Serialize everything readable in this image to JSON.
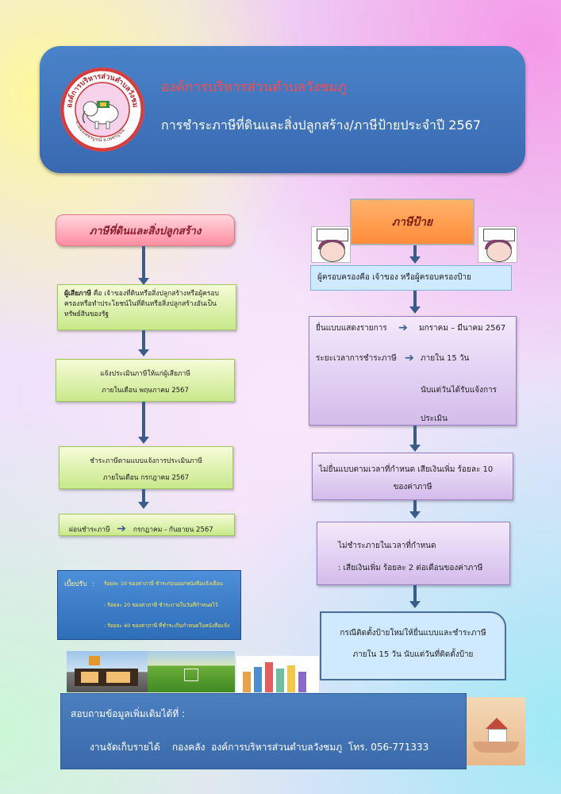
{
  "header": {
    "title": "องค์การบริหารส่วนตำบลวังชมภู",
    "subtitle": "การชำระภาษีที่ดินและสิ่งปลูกสร้าง/ภาษีป้ายประจำปี 2567",
    "seal_text_top": "องค์การบริหารส่วนตำบลวังชมภู",
    "seal_text_bottom": "อ.เมืองเพชรบูรณ์ จ.เพชรบูรณ์"
  },
  "left": {
    "heading": "ภาษีที่ดินและสิ่งปลูกสร้าง",
    "taxpayer_label": "ผู้เสียภาษี",
    "taxpayer_text": " คือ เจ้าของที่ดินหรือสิ่งปลูกสร้างหรือผู้ครอบครองหรือทำประโยชน์ในที่ดินหรือสิ่งปลูกสร้างอันเป็นทรัพย์สินของรัฐ",
    "assess_line1": "แจ้งประเมินภาษีให้แก่ผู้เสียภาษี",
    "assess_line2": "ภายในเดือน พฤษภาคม 2567",
    "pay_line1": "ชำระภาษีตามแบบแจ้งการประเมินภาษี",
    "pay_line2": "ภายในเดือน กรกฎาคม 2567",
    "installment_label": "ผ่อนชำระภาษี",
    "installment_period": "กรกฎาคม - กันยายน 2567",
    "fine_label": "เบี้ยปรับ",
    "fine_sep": ":",
    "fine_1": "ร้อยละ 10 ของค่าภาษี ชำระก่อนออกหนังสือแจ้งเตือน",
    "fine_2": ": ร้อยละ 20 ของค่าภาษี ชำระภายในวันที่กำหนดไว้",
    "fine_3": ": ร้อยละ 40 ของค่าภาษี ที่ชำระเกินกำหนดในหนังสือแจ้ง"
  },
  "right": {
    "heading": "ภาษีป้าย",
    "owner_text": "ผู้ครอบครองคือ เจ้าของ หรือผู้ครอบครองป้าย",
    "file_label": "ยื่นแบบแสดงรายการ",
    "file_period": "มกราคม – มีนาคม 2567",
    "pay_label": "ระยะเวลาการชำระภาษี",
    "pay_period": "ภายใน 15 วัน",
    "pay_note_1": "นับแต่วันได้รับแจ้งการ",
    "pay_note_2": "ประเมิน",
    "late_file_1": "ไม่ยื่นแบบตามเวลาที่กำหนด เสียเงินเพิ่ม ร้อยละ 10",
    "late_file_2": "ของค่าภาษี",
    "late_pay_1": "ไม่ชำระภายในเวลาที่กำหนด",
    "late_pay_2": ": เสียเงินเพิ่ม ร้อยละ 2 ต่อเดือนของค่าภาษี",
    "new_sign_1": "กรณีติดตั้งป้ายใหม่ให้ยื่นแบบและชำระภาษี",
    "new_sign_2": "ภายใน 15 วัน นับแต่วันที่ติดตั้งป้าย"
  },
  "footer": {
    "line1": "สอบถามข้อมูลเพิ่มเติมได้ที่ :",
    "line2": "งานจัดเก็บรายได้    กองคลัง  องค์การบริหารส่วนตำบลวังชมภู  โทร. 056-771333"
  },
  "colors": {
    "header_bg": "#3f74bd",
    "title_red": "#ff4a4a",
    "arrow_blue": "#3a5c8c",
    "pill_pink": "#ff8ea2",
    "tab_orange": "#ff8c3a"
  },
  "icons": [
    "right-arrow-icon",
    "down-arrow-icon"
  ]
}
